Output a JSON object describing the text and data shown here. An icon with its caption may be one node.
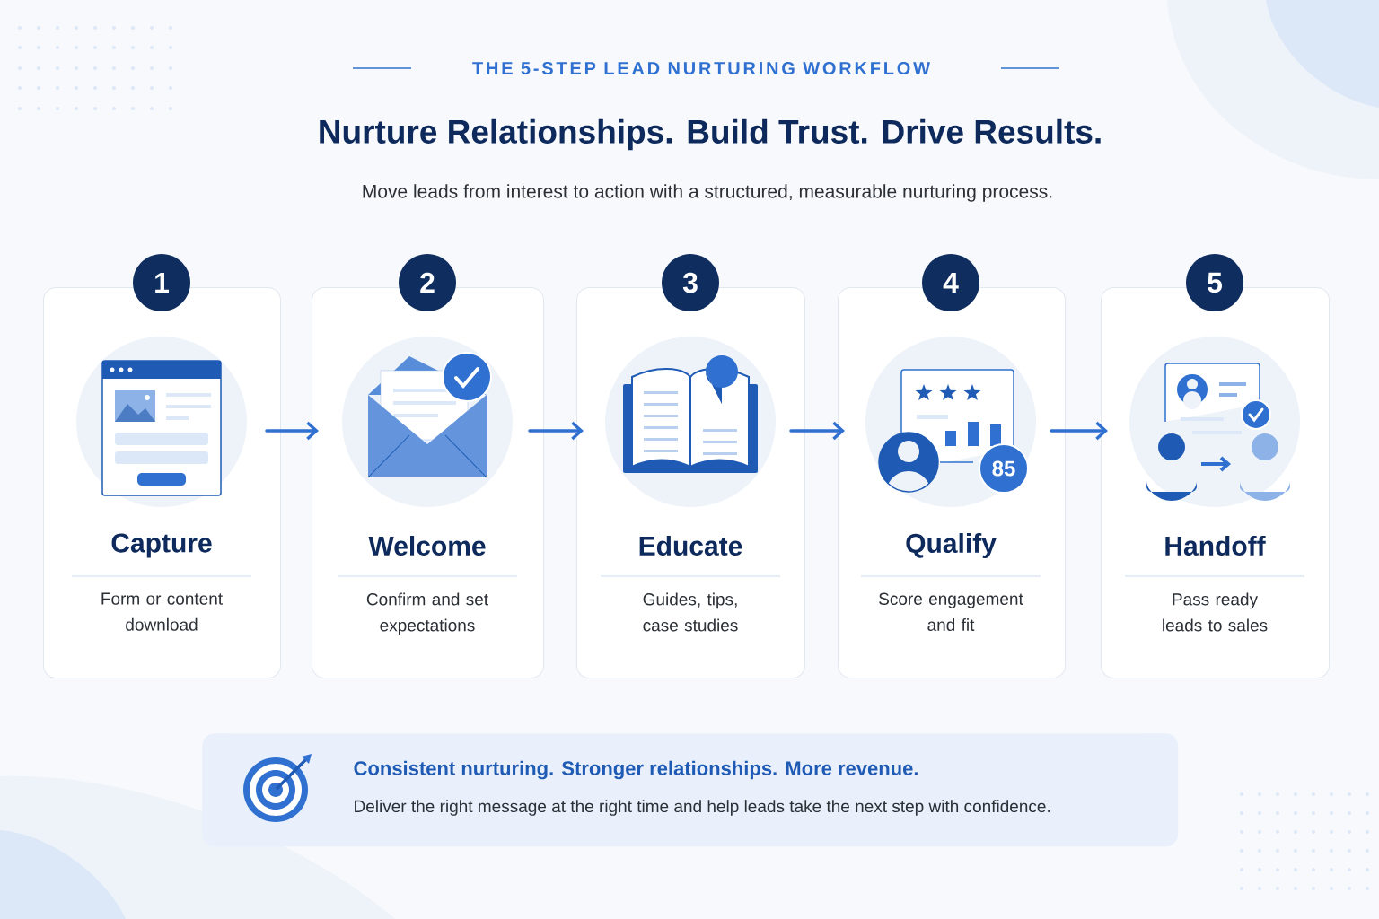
{
  "diagram": {
    "title": "Nurture Relationships. Build Trust. Drive Results.",
    "caption": "Move leads from interest to action with a structured, measurable nurturing process.",
    "nodes": [
      {
        "text": [
          "1",
          "Capture",
          "Form or content download"
        ]
      },
      {
        "text": [
          "2",
          "Welcome",
          "Confirm and set expectations"
        ]
      },
      {
        "text": [
          "3",
          "Educate",
          "Guides, tips, case studies"
        ]
      },
      {
        "text": [
          "4",
          "Qualify",
          "Score engagement and fit"
        ]
      },
      {
        "text": [
          "5",
          "Handoff",
          "Pass ready leads to sales"
        ]
      },
      {
        "text": [
          "Consistent nurturing. Stronger relationships. More revenue.",
          "Deliver the right message at the right time and help leads take the next step with confidence."
        ]
      }
    ],
    "edges": [
      {
        "from": 0,
        "to": 1,
        "arrow": "to"
      },
      {
        "from": 1,
        "to": 2,
        "arrow": "to"
      },
      {
        "from": 2,
        "to": 3,
        "arrow": "to"
      },
      {
        "from": 3,
        "to": 4,
        "arrow": "to"
      }
    ],
    "labels": [
      "THE 5-STEP LEAD NURTURING WORKFLOW",
      "85"
    ]
  }
}
